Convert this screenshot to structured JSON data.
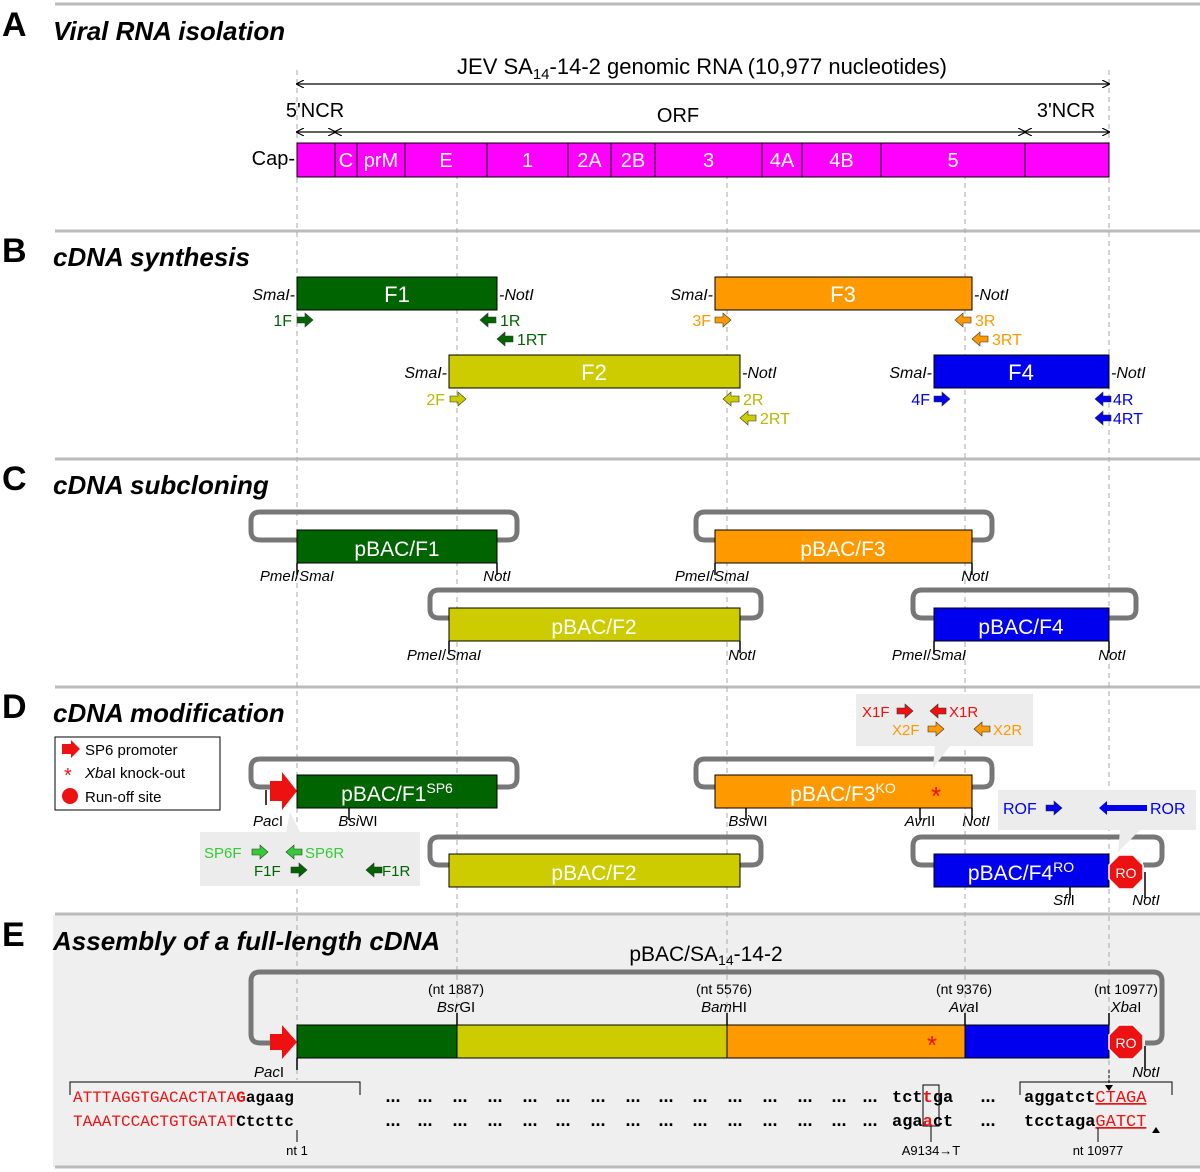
{
  "sections": {
    "A": {
      "letter": "A",
      "title": "Viral RNA isolation"
    },
    "B": {
      "letter": "B",
      "title": "cDNA synthesis"
    },
    "C": {
      "letter": "C",
      "title": "cDNA subcloning"
    },
    "D": {
      "letter": "D",
      "title": "cDNA modification"
    },
    "E": {
      "letter": "E",
      "title": "Assembly of a full-length cDNA"
    }
  },
  "genome": {
    "title_pre": "JEV SA",
    "title_sub": "14",
    "title_post": "-14-2 genomic RNA (10,977 nucleotides)",
    "ncr5": "5'NCR",
    "orf": "ORF",
    "ncr3": "3'NCR",
    "cap": "Cap-",
    "genes": [
      "C",
      "prM",
      "E",
      "1",
      "2A",
      "2B",
      "3",
      "4A",
      "4B",
      "5"
    ],
    "color": "#ff00ff"
  },
  "fragments": {
    "F1": {
      "label": "F1",
      "color": "#006400"
    },
    "F2": {
      "label": "F2",
      "color": "#cccc00"
    },
    "F3": {
      "label": "F3",
      "color": "#ff9900"
    },
    "F4": {
      "label": "F4",
      "color": "#0000ee"
    },
    "smai": "SmaI-",
    "noti": "-NotI"
  },
  "primers": {
    "F1": [
      "1F",
      "1R",
      "1RT"
    ],
    "F2": [
      "2F",
      "2R",
      "2RT"
    ],
    "F3": [
      "3F",
      "3R",
      "3RT"
    ],
    "F4": [
      "4F",
      "4R",
      "4RT"
    ]
  },
  "subclones": {
    "c1": "pBAC/F1",
    "c2": "pBAC/F2",
    "c3": "pBAC/F3",
    "c4": "pBAC/F4",
    "pmel": "PmeI",
    "smal": "SmaI",
    "notl": "NotI"
  },
  "modification": {
    "legend": {
      "sp6": "SP6 promoter",
      "xbal": "XbaI knock-out",
      "ro": "Run-off site"
    },
    "d1": "pBAC/F1",
    "d1_sup": "SP6",
    "d2": "pBAC/F2",
    "d3": "pBAC/F3",
    "d3_sup": "KO",
    "d4": "pBAC/F4",
    "d4_sup": "RO",
    "pacl": "PacI",
    "bsiwi": "BsiWI",
    "avrii": "AvrII",
    "sfil": "SfiI",
    "ro": "RO",
    "x_primers": [
      "X1F",
      "X1R",
      "X2F",
      "X2R"
    ],
    "ro_primers": [
      "ROF",
      "ROR"
    ],
    "sp6_primers": [
      "SP6F",
      "SP6R",
      "F1F",
      "F1R"
    ]
  },
  "assembly": {
    "title_pre": "pBAC/SA",
    "title_sub": "14",
    "title_post": "-14-2",
    "sites": [
      {
        "nt": "(nt 1887)",
        "name": "BsrGI"
      },
      {
        "nt": "(nt 5576)",
        "name": "BamHI"
      },
      {
        "nt": "(nt 9376)",
        "name": "AvaI"
      },
      {
        "nt": "(nt 10977)",
        "name": "XbaI"
      }
    ],
    "seq1_top_red": "ATTTAGGTGACACTATA",
    "seq1_top_bold": "G",
    "seq1_top_rest": "agaag",
    "seq1_bot_red": "TAAATCCACTGTGATAT",
    "seq1_bot_bold": "C",
    "seq1_bot_rest": "tcttc",
    "nt1": "nt 1",
    "dots": "...",
    "mut_top": [
      "tct",
      "t",
      "ga"
    ],
    "mut_bot": [
      "aga",
      "a",
      "ct"
    ],
    "mutation": "A9134→T",
    "end_top_black": "aggatct",
    "end_top_red": "CTAGA",
    "end_bot_black": "tcctaga",
    "end_bot_red": "GATCT",
    "nt_end": "nt 10977"
  }
}
